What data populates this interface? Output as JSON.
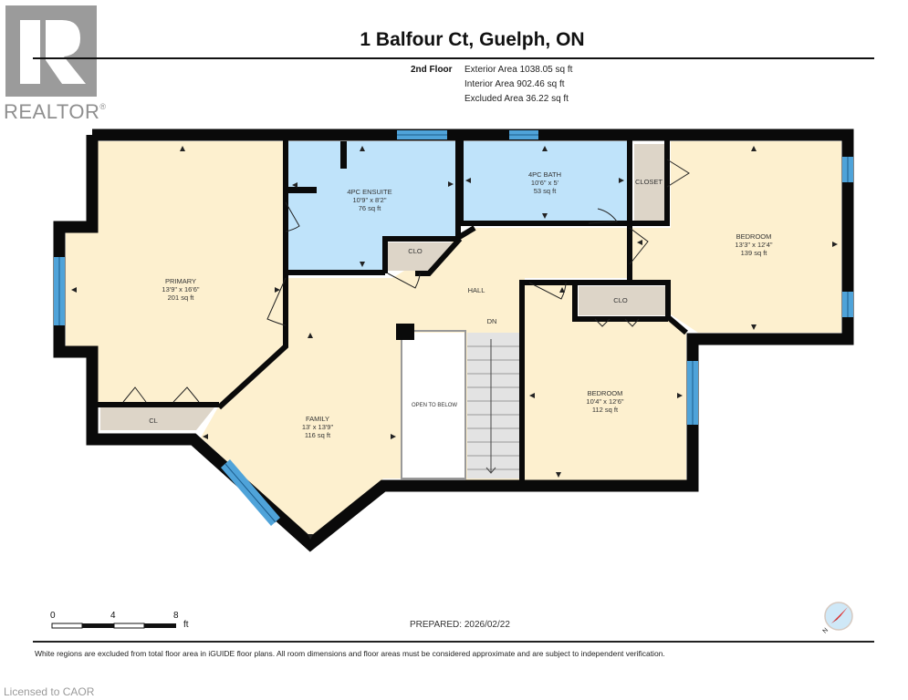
{
  "branding": {
    "logo_letter": "R",
    "logo_text": "REALTOR",
    "logo_mark": "®",
    "licensed": "Licensed to CAOR"
  },
  "header": {
    "title": "1 Balfour Ct, Guelph, ON",
    "floor": "2nd Floor",
    "exterior_area": "Exterior Area 1038.05 sq ft",
    "interior_area": "Interior Area 902.46 sq ft",
    "excluded_area": "Excluded Area 36.22 sq ft"
  },
  "rooms": {
    "primary": {
      "name": "PRIMARY",
      "dims": "13'9\" x 16'6\"",
      "area": "201 sq ft"
    },
    "ensuite": {
      "name": "4PC ENSUITE",
      "dims": "10'9\" x 8'2\"",
      "area": "76 sq ft"
    },
    "bath": {
      "name": "4PC BATH",
      "dims": "10'6\" x 5'",
      "area": "53 sq ft"
    },
    "bedroom1": {
      "name": "BEDROOM",
      "dims": "13'3\" x 12'4\"",
      "area": "139 sq ft"
    },
    "bedroom2": {
      "name": "BEDROOM",
      "dims": "10'4\" x 12'6\"",
      "area": "112 sq ft"
    },
    "family": {
      "name": "FAMILY",
      "dims": "13' x 13'9\"",
      "area": "116 sq ft"
    },
    "hall": {
      "name": "HALL"
    },
    "stairs": {
      "name": "DN"
    },
    "open_below": {
      "name": "OPEN TO BELOW"
    },
    "closet": {
      "name": "CLOSET"
    },
    "clo_ensuite": {
      "name": "CLO"
    },
    "clo_bedroom": {
      "name": "CLO"
    },
    "cl_primary": {
      "name": "CL"
    }
  },
  "scale": {
    "ticks": [
      "0",
      "4",
      "8"
    ],
    "unit": "ft"
  },
  "footer": {
    "prepared": "PREPARED: 2026/02/22",
    "disclaimer": "White regions are excluded from total floor area in iGUIDE floor plans. All room dimensions and floor areas must be considered approximate and are subject to independent verification."
  },
  "colors": {
    "bedroom_fill": "#fdf0cf",
    "bath_fill": "#bfe3fa",
    "closet_fill": "#ddd5c8",
    "wall": "#0a0a0a",
    "window": "#4fa3d9",
    "logo_gray": "#9b9b9b"
  }
}
